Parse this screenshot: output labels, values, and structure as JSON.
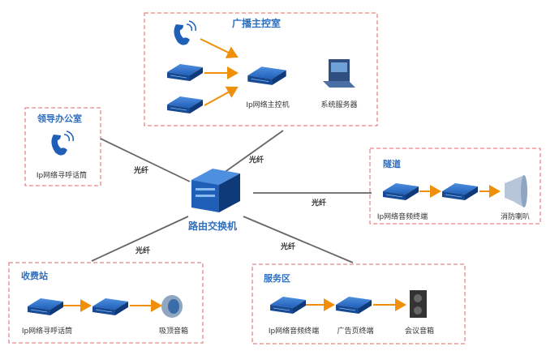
{
  "zones": {
    "control_room": "广播主控室",
    "leader_office": "领导办公室",
    "tunnel": "隧道",
    "toll_station": "收费站",
    "service_area": "服务区"
  },
  "devices": {
    "ip_master": "Ip网络主控机",
    "system_server": "系统服务器",
    "leader_paging_mic": "Ip网络寻呼话筒",
    "tunnel_audio_terminal": "Ip网络音频终端",
    "fire_horn": "消防喇叭",
    "toll_paging_mic": "Ip网络寻呼话筒",
    "ceiling_speaker": "吸顶音箱",
    "service_audio_terminal": "Ip网络音频终端",
    "ad_terminal": "广告页终端",
    "conference_speaker": "会议音箱"
  },
  "router": "路由交换机",
  "links": {
    "fiber_control": "光纤",
    "fiber_leader": "光纤",
    "fiber_tunnel": "光纤",
    "fiber_toll": "光纤",
    "fiber_service": "光纤"
  },
  "colors": {
    "zone_border": "#e06666",
    "title_blue": "#2f6fc0",
    "arrow_orange": "#f0900a",
    "line_gray": "#666666",
    "device_blue": "#1f5fb8"
  }
}
